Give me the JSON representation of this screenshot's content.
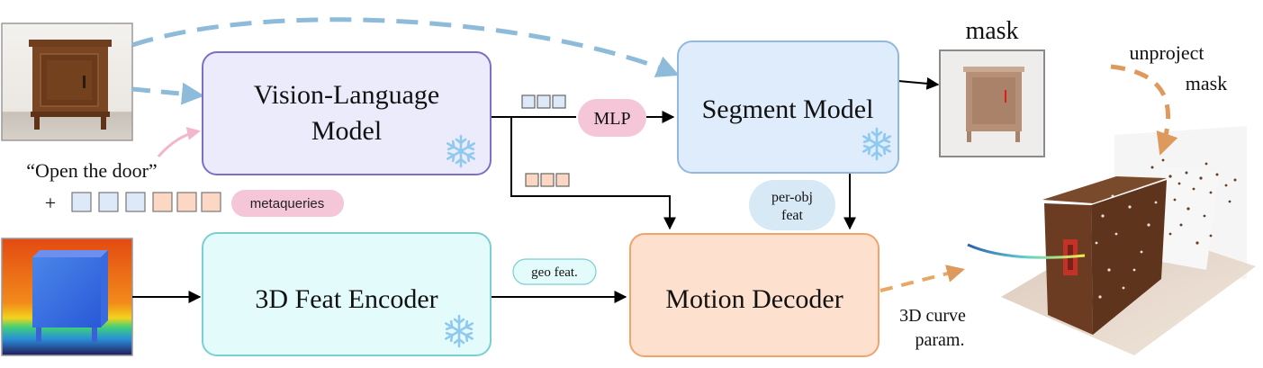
{
  "blocks": {
    "vlm": {
      "line1": "Vision-Language",
      "line2": "Model",
      "fill": "#ecebfb",
      "stroke": "#7b6fc6"
    },
    "segment": {
      "label": "Segment Model",
      "fill": "#deecfb",
      "stroke": "#8fb9de"
    },
    "encoder": {
      "label": "3D Feat Encoder",
      "fill": "#e3fbfb",
      "stroke": "#79cfd2"
    },
    "decoder": {
      "label": "Motion Decoder",
      "fill": "#fde0cd",
      "stroke": "#f0a46b"
    }
  },
  "labels": {
    "prompt": "“Open the door”",
    "plus": "+",
    "metaqueries": "metaqueries",
    "mlp": "MLP",
    "mask": "mask",
    "unproject_line1": "unproject",
    "unproject_line2": "mask",
    "per_obj_line1": "per-obj",
    "per_obj_line2": "feat",
    "geo_feat": "geo feat.",
    "curve_line1": "3D curve",
    "curve_line2": "param."
  },
  "colors": {
    "query_blue": "#dde8f8",
    "query_orange": "#fcd7c3",
    "pill_pink": "#f4c6d8",
    "pill_blue": "#d8e9f6",
    "arrow_blue": "#8ebbda",
    "arrow_pink": "#f2b7cc",
    "arrow_orange": "#de9a5c",
    "snowflake": "#8ec9ef"
  },
  "icons": [
    "snowflake-icon",
    "cabinet-photo",
    "depth-map-image",
    "mask-image",
    "point-cloud-image"
  ]
}
